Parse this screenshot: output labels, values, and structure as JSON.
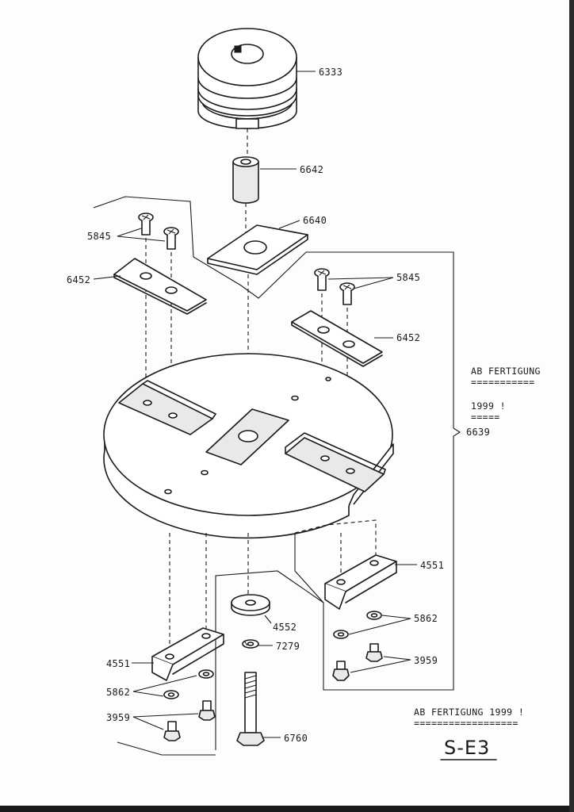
{
  "labels": {
    "p6333": "6333",
    "p6642": "6642",
    "p6640": "6640",
    "p5845_left": "5845",
    "p5845_right": "5845",
    "p6452_left": "6452",
    "p6452_right": "6452",
    "p6639": "6639",
    "p4551_right": "4551",
    "p4551_left": "4551",
    "p4552": "4552",
    "p7279": "7279",
    "p5862_right": "5862",
    "p5862_left": "5862",
    "p3959_right": "3959",
    "p3959_left": "3959",
    "p6760": "6760"
  },
  "notes": {
    "fertigung_line1": "AB FERTIGUNG",
    "fertigung_underline1": "===========",
    "fertigung_line2": "1999 !",
    "fertigung_underline2": "=====",
    "bottom_note": "AB FERTIGUNG 1999 !",
    "bottom_underline": "=================="
  },
  "sheet_id": "S-E3"
}
